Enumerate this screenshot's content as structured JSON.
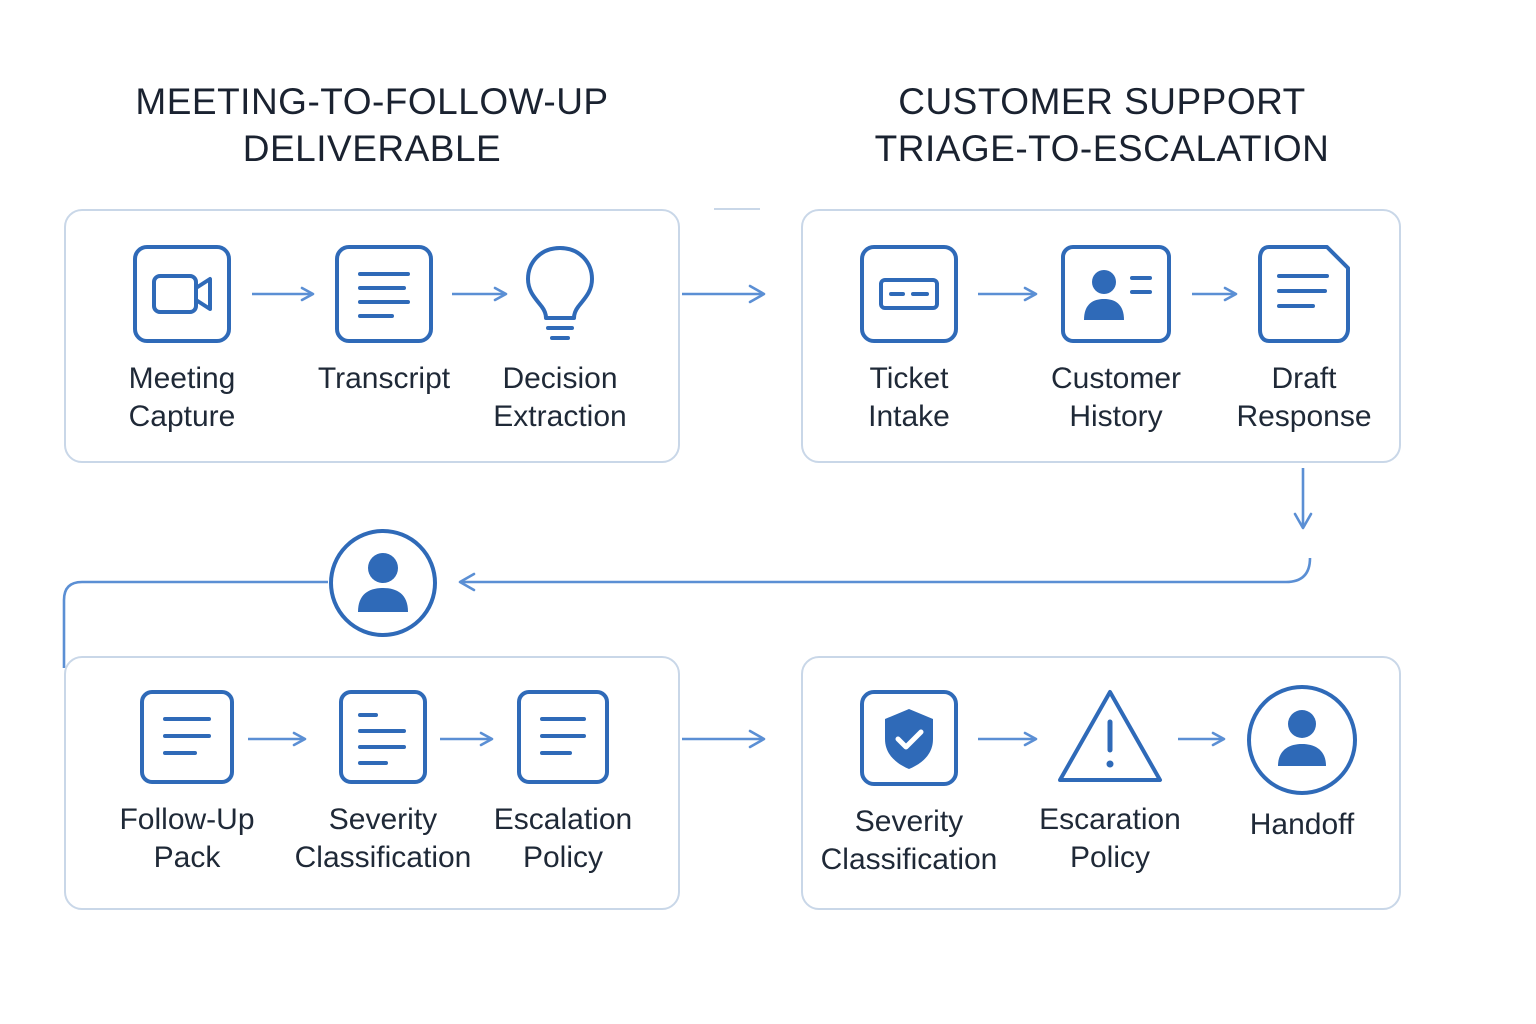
{
  "colors": {
    "accent": "#2f6ab8",
    "accent_light": "#5b8fd4",
    "panel_border": "#c9d7e8",
    "text": "#1f2937"
  },
  "sections": [
    {
      "title_lines": [
        "MEETING-TO-FOLLOW-UP",
        "DELIVERABLE"
      ],
      "steps": [
        {
          "icon": "video-camera-icon",
          "label_lines": [
            "Meeting",
            "Capture"
          ]
        },
        {
          "icon": "document-lines-icon",
          "label_lines": [
            "Transcript",
            ""
          ]
        },
        {
          "icon": "lightbulb-icon",
          "label_lines": [
            "Decision",
            "Extraction"
          ]
        }
      ]
    },
    {
      "title_lines": [
        "CUSTOMER SUPPORT",
        "TRIAGE-TO-ESCALATION"
      ],
      "steps": [
        {
          "icon": "ticket-icon",
          "label_lines": [
            "Ticket",
            "Intake"
          ]
        },
        {
          "icon": "contact-card-icon",
          "label_lines": [
            "Customer",
            "History"
          ]
        },
        {
          "icon": "draft-document-icon",
          "label_lines": [
            "Draft",
            "Response"
          ]
        }
      ]
    },
    {
      "title_lines": [],
      "steps": [
        {
          "icon": "document-lines-icon",
          "label_lines": [
            "Follow-Up",
            "Pack"
          ]
        },
        {
          "icon": "outline-document-icon",
          "label_lines": [
            "Severity",
            "Classification"
          ]
        },
        {
          "icon": "document-lines-icon",
          "label_lines": [
            "Escalation",
            "Policy"
          ]
        }
      ]
    },
    {
      "title_lines": [],
      "steps": [
        {
          "icon": "shield-check-icon",
          "label_lines": [
            "Severity",
            "Classification"
          ]
        },
        {
          "icon": "warning-triangle-icon",
          "label_lines": [
            "Escaration",
            "Policy"
          ]
        },
        {
          "icon": "user-circle-icon",
          "label_lines": [
            "Handoff",
            ""
          ]
        }
      ]
    }
  ],
  "connector_icon": "user-circle-icon"
}
